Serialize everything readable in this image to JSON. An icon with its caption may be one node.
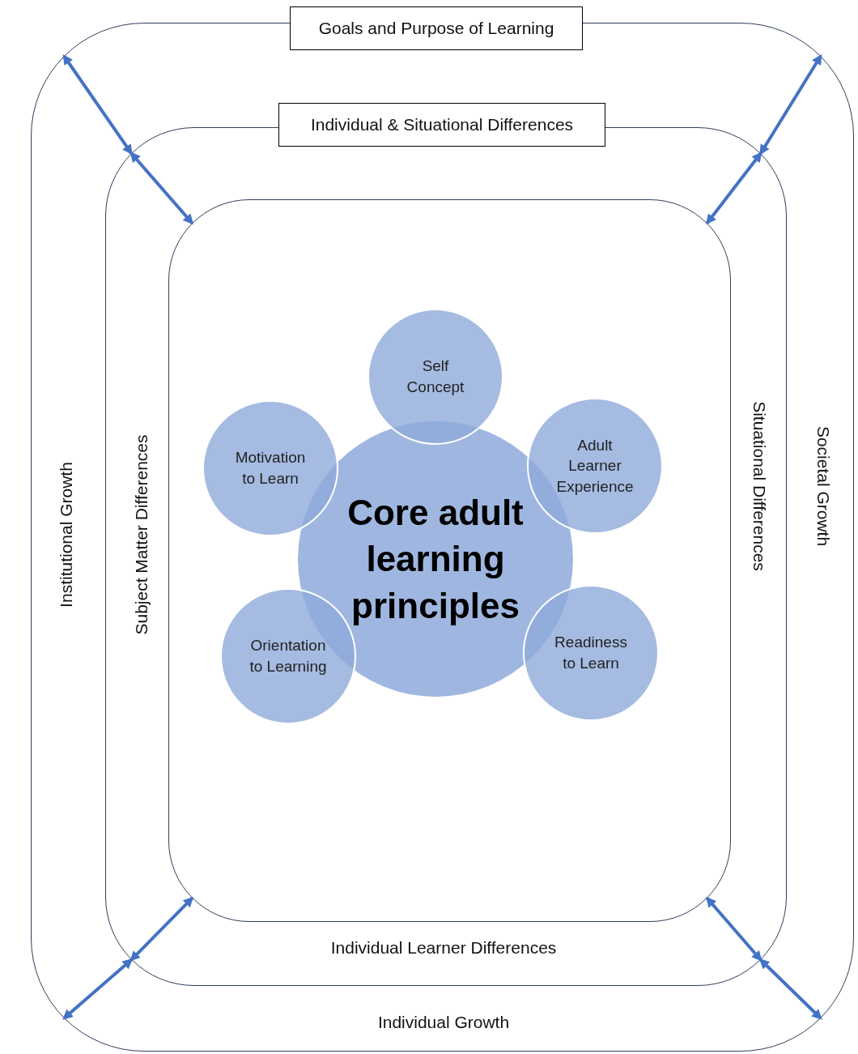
{
  "diagram": {
    "nodes": [
      {
        "text": [],
        "shape": "box"
      },
      {
        "text": [
          "Goals and Purpose of Learning"
        ]
      },
      {
        "text": [],
        "shape": "box",
        "in": 0
      },
      {
        "text": [
          "Individual & Situational Differences"
        ],
        "in": 0
      },
      {
        "text": [],
        "shape": "box",
        "in": 2
      },
      {
        "text": [
          "Core adult learning principles"
        ],
        "in": 4
      },
      {
        "text": [
          "Self Concept"
        ],
        "in": 4
      },
      {
        "text": [
          "Motivation to Learn"
        ],
        "in": 4
      },
      {
        "text": [
          "Adult Learner Experience"
        ],
        "in": 4
      },
      {
        "text": [
          "Orientation to Learning"
        ],
        "in": 4
      },
      {
        "text": [
          "Readiness to Learn"
        ],
        "in": 4
      }
    ],
    "edges": [
      {
        "from": 0,
        "to": 2,
        "arrow": "both"
      },
      {
        "from": 0,
        "to": 2,
        "arrow": "both"
      },
      {
        "from": 2,
        "to": 4,
        "arrow": "both"
      },
      {
        "from": 2,
        "to": 4,
        "arrow": "both"
      },
      {
        "from": 2,
        "to": 4,
        "arrow": "both"
      },
      {
        "from": 2,
        "to": 4,
        "arrow": "both"
      },
      {
        "from": 0,
        "to": 2,
        "arrow": "both"
      },
      {
        "from": 0,
        "to": 2,
        "arrow": "both"
      }
    ],
    "labels": [
      "Institutional Growth",
      "Subject Matter Differences",
      "Situational Differences",
      "Societal Growth",
      "Individual Learner Differences",
      "Individual Growth"
    ]
  }
}
